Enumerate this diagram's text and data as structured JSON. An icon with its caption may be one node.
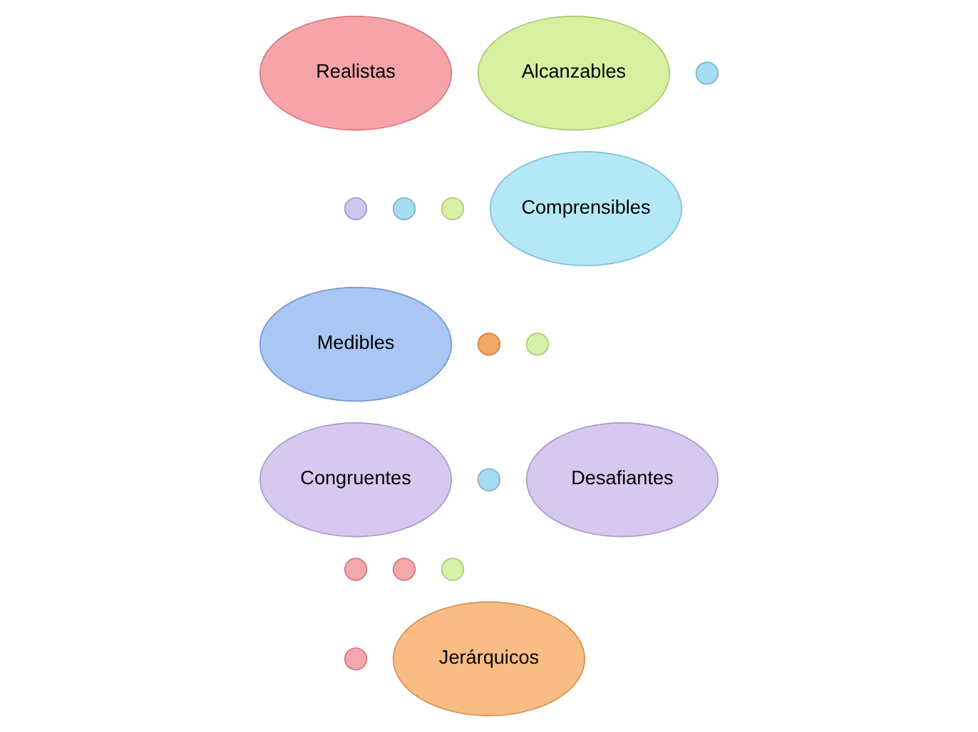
{
  "diagram": {
    "nodes": [
      {
        "text": [
          "Alcanzables"
        ]
      },
      {
        "text": [
          "Realistas"
        ]
      },
      {
        "text": [
          "Comprensibles"
        ]
      },
      {
        "text": [
          "Medibles"
        ]
      },
      {
        "text": [
          "Congruentes"
        ]
      },
      {
        "text": [
          "Desafiantes"
        ]
      },
      {
        "text": [
          "Jerárquicos"
        ]
      },
      {
        "text": [],
        "shape": "circle"
      },
      {
        "text": [],
        "shape": "circle"
      },
      {
        "text": [],
        "shape": "circle"
      },
      {
        "text": [],
        "shape": "circle"
      },
      {
        "text": [],
        "shape": "circle"
      },
      {
        "text": [],
        "shape": "circle"
      },
      {
        "text": [],
        "shape": "circle"
      },
      {
        "text": [],
        "shape": "circle"
      },
      {
        "text": [],
        "shape": "circle"
      },
      {
        "text": [],
        "shape": "circle"
      },
      {
        "text": [],
        "shape": "circle"
      }
    ],
    "edges": []
  }
}
